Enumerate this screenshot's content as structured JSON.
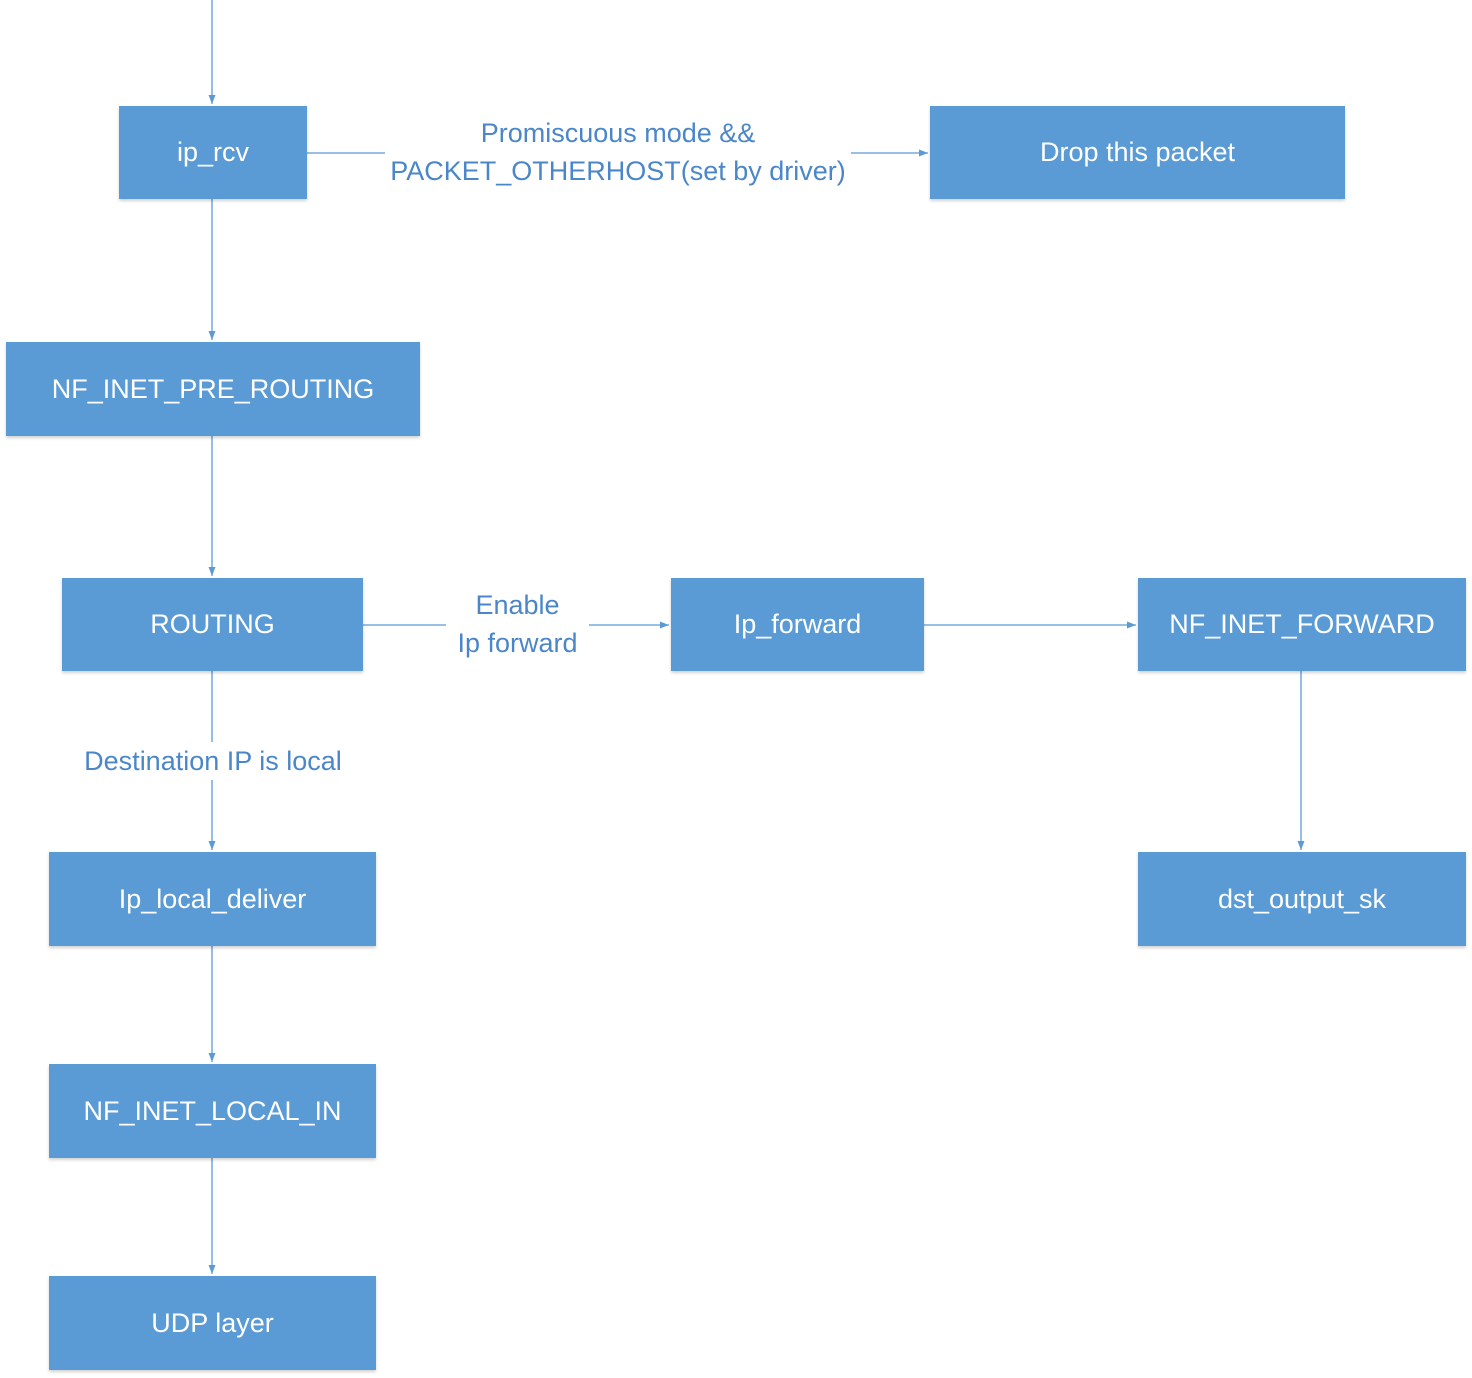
{
  "colors": {
    "node_fill": "#5b9bd5",
    "node_text": "#ffffff",
    "edge": "#5b9bd5",
    "label_text": "#4a86c8"
  },
  "nodes": {
    "ip_rcv": "ip_rcv",
    "drop_packet": "Drop this packet",
    "pre_routing": "NF_INET_PRE_ROUTING",
    "routing": "ROUTING",
    "ip_forward": "Ip_forward",
    "inet_forward": "NF_INET_FORWARD",
    "local_deliver": "Ip_local_deliver",
    "dst_output": "dst_output_sk",
    "local_in": "NF_INET_LOCAL_IN",
    "udp_layer": "UDP layer"
  },
  "edge_labels": {
    "promiscuous_line1": "Promiscuous mode &&",
    "promiscuous_line2": "PACKET_OTHERHOST(set by driver)",
    "enable_line1": "Enable",
    "enable_line2": "Ip forward",
    "destination_local": "Destination IP is local"
  }
}
